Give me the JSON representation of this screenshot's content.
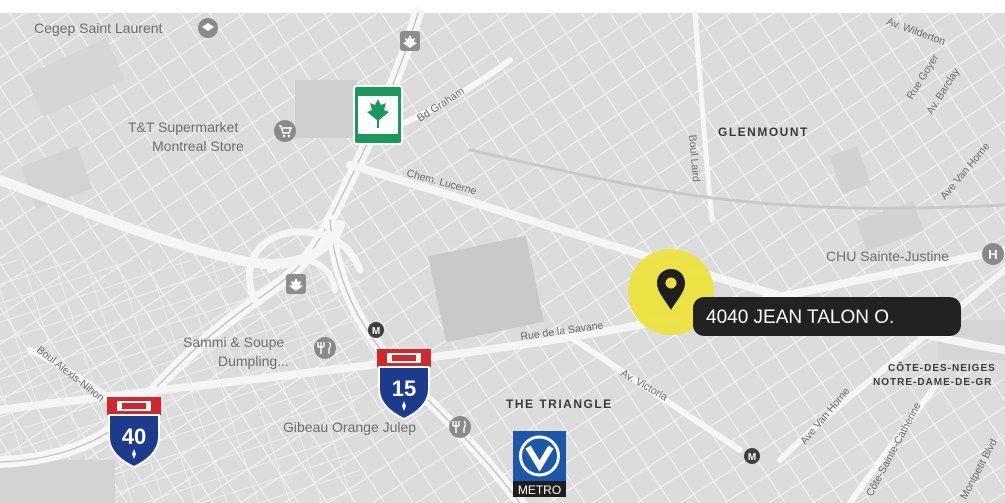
{
  "map": {
    "places": {
      "cegep": "Cegep Saint Laurent",
      "tt_line1": "T&T Supermarket",
      "tt_line2": "Montreal Store",
      "sammi_line1": "Sammi & Soupe",
      "sammi_line2": "Dumpling...",
      "gibeau": "Gibeau Orange Julep",
      "chu": "CHU Sainte-Justine"
    },
    "neighbourhoods": {
      "glenmount": "GLENMOUNT",
      "triangle": "THE TRIANGLE",
      "cdn1": "CÔTE-DES-NEIGES",
      "cdn2": "NOTRE-DAME-DE-GR"
    },
    "streets": {
      "wilderton": "Av. Wilderton",
      "goyer": "Rue Goyer",
      "barclay": "Av. Barclay",
      "van_horne_e": "Ave Van Horne",
      "graham": "Bd Graham",
      "lucerne": "Chem. Lucerne",
      "laird": "Boul Laird",
      "savane": "Rue de la Savane",
      "victoria": "Av. Victoria",
      "van_horne_s": "Ave Van Horne",
      "ste_catherine": "Côte-Sainte-Catherine",
      "montpetit": "Montpetit Blvd",
      "alexis_nihon": "Boul Alexis-Nihon"
    },
    "highways": {
      "a40": "40",
      "a15": "15"
    },
    "metro": {
      "label": "METRO",
      "badge": "M"
    },
    "hospital_badge": "H",
    "location": {
      "address": "4040 JEAN TALON O.",
      "pin_color": "#ece13c",
      "tag_color": "#222222"
    }
  }
}
